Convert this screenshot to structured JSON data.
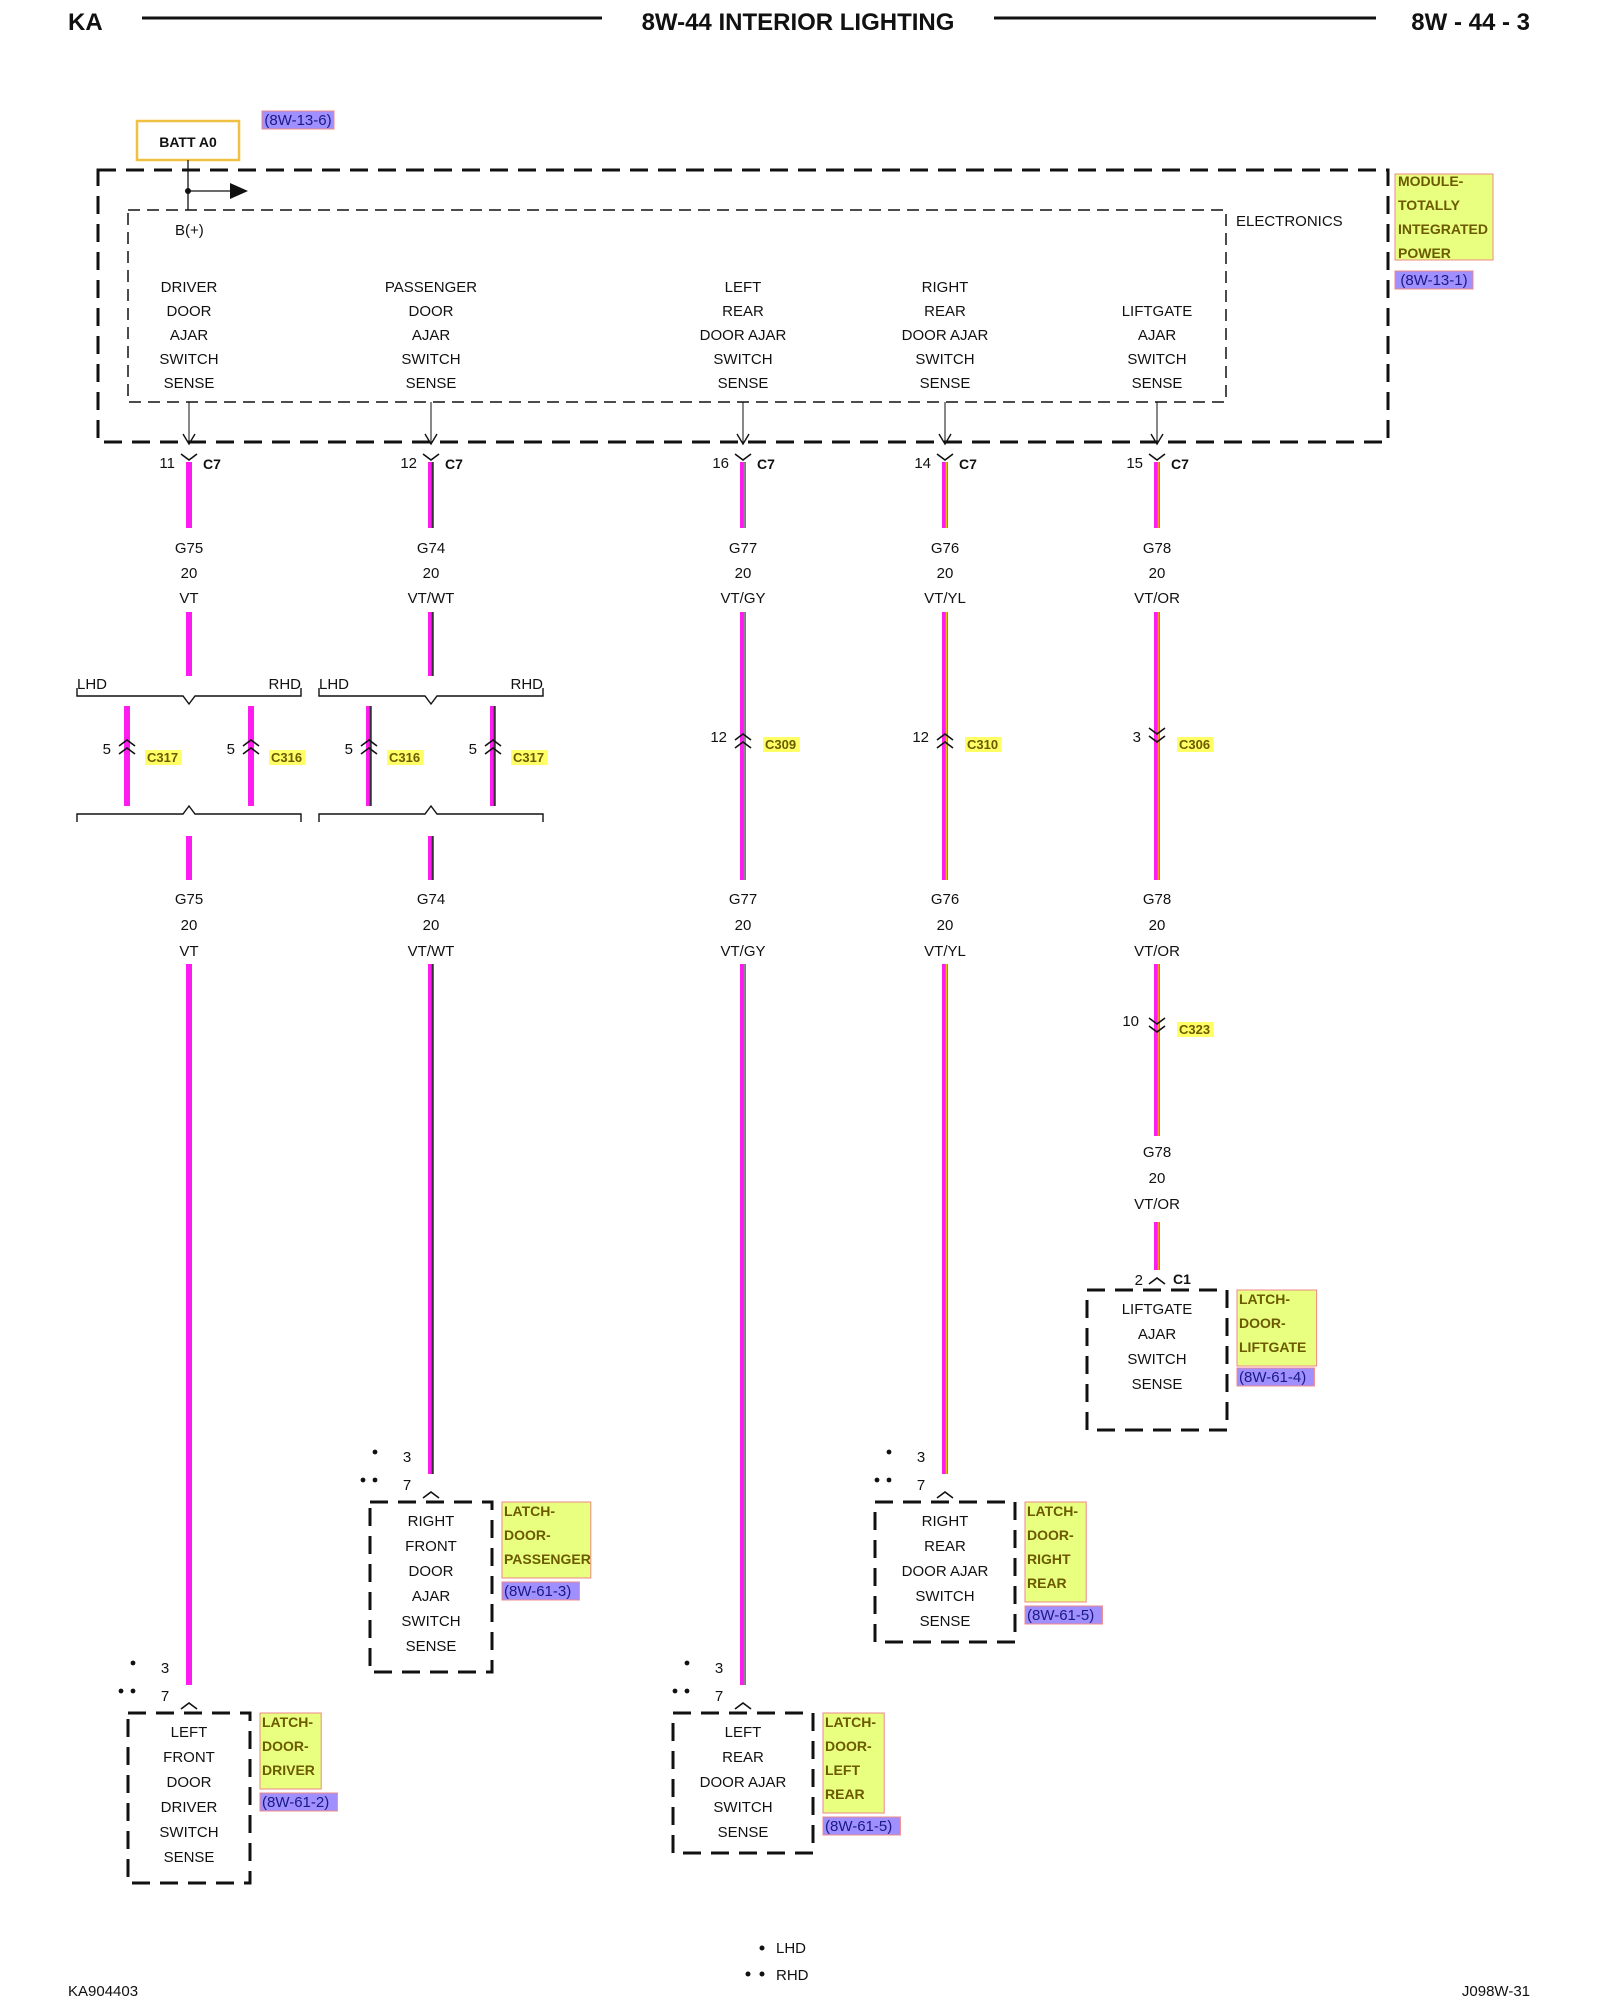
{
  "header": {
    "left": "KA",
    "title": "8W-44 INTERIOR LIGHTING",
    "right": "8W - 44 - 3"
  },
  "footer": {
    "left": "KA904403",
    "right": "J098W-31",
    "legend_lhd": "LHD",
    "legend_rhd": "RHD"
  },
  "batt": {
    "label": "BATT A0",
    "ref": "(8W-13-6)",
    "bplus": "B(+)"
  },
  "module": {
    "electronics": "ELECTRONICS",
    "name_lines": [
      "MODULE-",
      "TOTALLY",
      "INTEGRATED",
      "POWER"
    ],
    "ref": "(8W-13-1)"
  },
  "colors": {
    "wire": "#ff1cf0",
    "connector_fill": "#ffff66",
    "ref_fill": "#9f8fff",
    "module_fill": "#e8ff80",
    "batt_border": "#f0c040"
  },
  "circuits": [
    {
      "sense": [
        "DRIVER",
        "DOOR",
        "AJAR",
        "SWITCH",
        "SENSE"
      ],
      "pin": "11",
      "conn": "C7",
      "wire_top": [
        "G75",
        "20",
        "VT"
      ],
      "split": {
        "lhd": "LHD",
        "rhd": "RHD",
        "left_pin": "5",
        "left_conn": "C317",
        "right_pin": "5",
        "right_conn": "C316"
      },
      "wire_bottom": [
        "G75",
        "20",
        "VT"
      ],
      "dest_pins": [
        "3",
        "7"
      ],
      "dest_box": [
        "LEFT",
        "FRONT",
        "DOOR",
        "DRIVER",
        "SWITCH",
        "SENSE"
      ],
      "dest_name": [
        "LATCH-",
        "DOOR-",
        "DRIVER"
      ],
      "dest_ref": "(8W-61-2)"
    },
    {
      "sense": [
        "PASSENGER",
        "DOOR",
        "AJAR",
        "SWITCH",
        "SENSE"
      ],
      "pin": "12",
      "conn": "C7",
      "wire_top": [
        "G74",
        "20",
        "VT/WT"
      ],
      "split": {
        "lhd": "LHD",
        "rhd": "RHD",
        "left_pin": "5",
        "left_conn": "C316",
        "right_pin": "5",
        "right_conn": "C317"
      },
      "wire_bottom": [
        "G74",
        "20",
        "VT/WT"
      ],
      "dest_pins": [
        "3",
        "7"
      ],
      "dest_box": [
        "RIGHT",
        "FRONT",
        "DOOR",
        "AJAR",
        "SWITCH",
        "SENSE"
      ],
      "dest_name": [
        "LATCH-",
        "DOOR-",
        "PASSENGER"
      ],
      "dest_ref": "(8W-61-3)"
    },
    {
      "sense": [
        "LEFT",
        "REAR",
        "DOOR AJAR",
        "SWITCH",
        "SENSE"
      ],
      "pin": "16",
      "conn": "C7",
      "wire_top": [
        "G77",
        "20",
        "VT/GY"
      ],
      "mid": {
        "pin": "12",
        "conn": "C309"
      },
      "wire_bottom": [
        "G77",
        "20",
        "VT/GY"
      ],
      "dest_pins": [
        "3",
        "7"
      ],
      "dest_box": [
        "LEFT",
        "REAR",
        "DOOR AJAR",
        "SWITCH",
        "SENSE"
      ],
      "dest_name": [
        "LATCH-",
        "DOOR-",
        "LEFT",
        "REAR"
      ],
      "dest_ref": "(8W-61-5)"
    },
    {
      "sense": [
        "RIGHT",
        "REAR",
        "DOOR AJAR",
        "SWITCH",
        "SENSE"
      ],
      "pin": "14",
      "conn": "C7",
      "wire_top": [
        "G76",
        "20",
        "VT/YL"
      ],
      "mid": {
        "pin": "12",
        "conn": "C310"
      },
      "wire_bottom": [
        "G76",
        "20",
        "VT/YL"
      ],
      "dest_pins": [
        "3",
        "7"
      ],
      "dest_box": [
        "RIGHT",
        "REAR",
        "DOOR AJAR",
        "SWITCH",
        "SENSE"
      ],
      "dest_name": [
        "LATCH-",
        "DOOR-",
        "RIGHT",
        "REAR"
      ],
      "dest_ref": "(8W-61-5)"
    },
    {
      "sense": [
        "LIFTGATE",
        "AJAR",
        "SWITCH",
        "SENSE"
      ],
      "pin": "15",
      "conn": "C7",
      "wire_top": [
        "G78",
        "20",
        "VT/OR"
      ],
      "mid": {
        "pin": "3",
        "conn": "C306"
      },
      "wire_bottom": [
        "G78",
        "20",
        "VT/OR"
      ],
      "mid2": {
        "pin": "10",
        "conn": "C323"
      },
      "wire_3": [
        "G78",
        "20",
        "VT/OR"
      ],
      "dest_pin": "2",
      "dest_conn": "C1",
      "dest_box": [
        "LIFTGATE",
        "AJAR",
        "SWITCH",
        "SENSE"
      ],
      "dest_name": [
        "LATCH-",
        "DOOR-",
        "LIFTGATE"
      ],
      "dest_ref": "(8W-61-4)"
    }
  ]
}
